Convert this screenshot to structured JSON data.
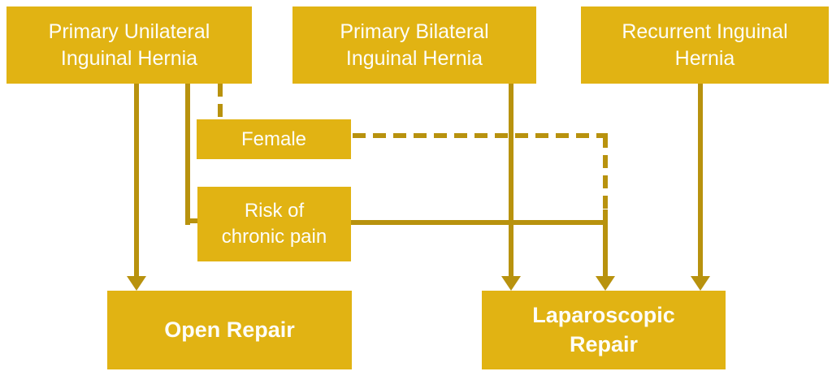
{
  "diagram_type": "flowchart",
  "topic": "Inguinal hernia repair decision pathway",
  "colors": {
    "box_fill": "#E1B313",
    "connector": "#B8920E",
    "label_text": "#FDFDF9",
    "background": "#FFFFFF"
  },
  "nodes": {
    "primary_unilateral": {
      "label": "Primary Unilateral\nInguinal Hernia"
    },
    "primary_bilateral": {
      "label": "Primary Bilateral\nInguinal Hernia"
    },
    "recurrent": {
      "label": "Recurrent Inguinal\nHernia"
    },
    "female": {
      "label": "Female"
    },
    "risk_chronic_pain": {
      "label": "Risk of\nchronic pain"
    },
    "open_repair": {
      "label": "Open Repair"
    },
    "laparoscopic_repair": {
      "label": "Laparoscopic\nRepair"
    }
  },
  "edges": [
    {
      "from": "primary_unilateral",
      "to": "open_repair",
      "style": "solid",
      "arrow": true
    },
    {
      "from": "primary_unilateral",
      "to": "female",
      "style": "dashed",
      "arrow": false
    },
    {
      "from": "primary_unilateral",
      "to": "risk_chronic_pain",
      "style": "solid",
      "arrow": false
    },
    {
      "from": "female",
      "to": "laparoscopic_repair",
      "style": "dashed",
      "arrow": true
    },
    {
      "from": "risk_chronic_pain",
      "to": "laparoscopic_repair",
      "style": "solid",
      "arrow": true
    },
    {
      "from": "primary_bilateral",
      "to": "laparoscopic_repair",
      "style": "solid",
      "arrow": true
    },
    {
      "from": "recurrent",
      "to": "laparoscopic_repair",
      "style": "solid",
      "arrow": true
    }
  ]
}
